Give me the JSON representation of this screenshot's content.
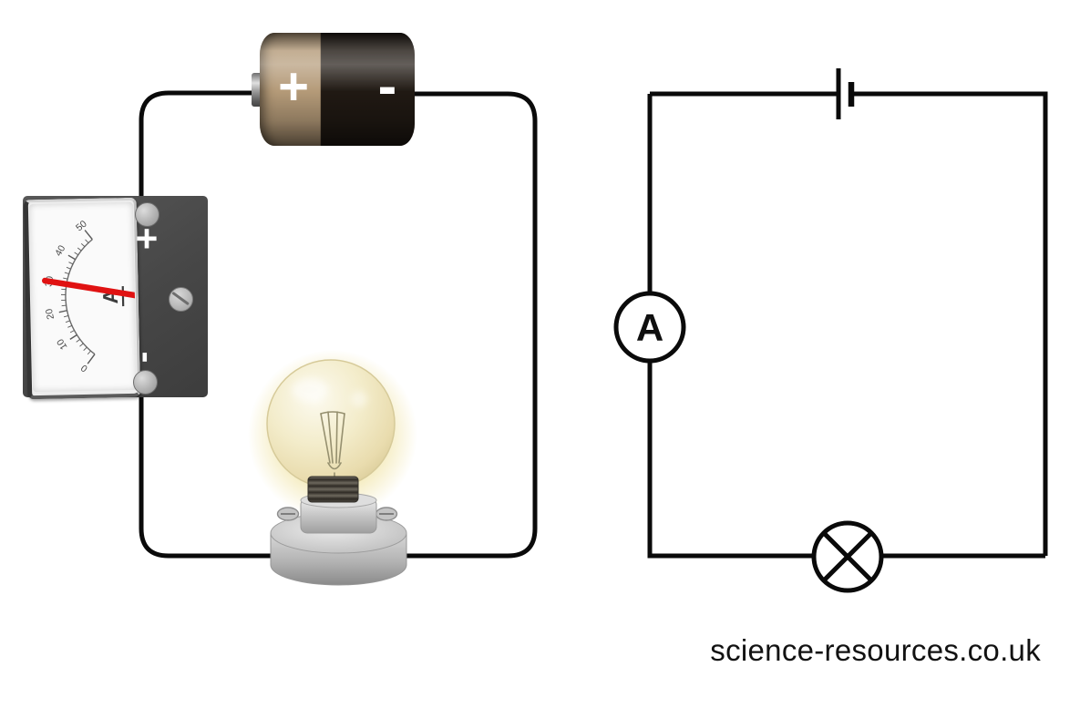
{
  "watermark": "science-resources.co.uk",
  "pictorial": {
    "battery": {
      "positive_label": "+",
      "negative_label": "-",
      "positive_color": "#b49a78",
      "negative_color": "#201913"
    },
    "ammeter": {
      "unit_label": "A",
      "positive_label": "+",
      "negative_label": "-",
      "body_color": "#474747",
      "needle_value": 30,
      "needle_color": "#e01212",
      "scale": {
        "min": 0,
        "max": 50,
        "major_step": 10,
        "minor_step": 2,
        "labels": [
          "0",
          "10",
          "20",
          "30",
          "40",
          "50"
        ]
      }
    },
    "bulb": {
      "state": "lit",
      "glow_color": "#f1e5a9"
    }
  },
  "schematic": {
    "ammeter_label": "A",
    "line_color": "#0a0a0a"
  }
}
